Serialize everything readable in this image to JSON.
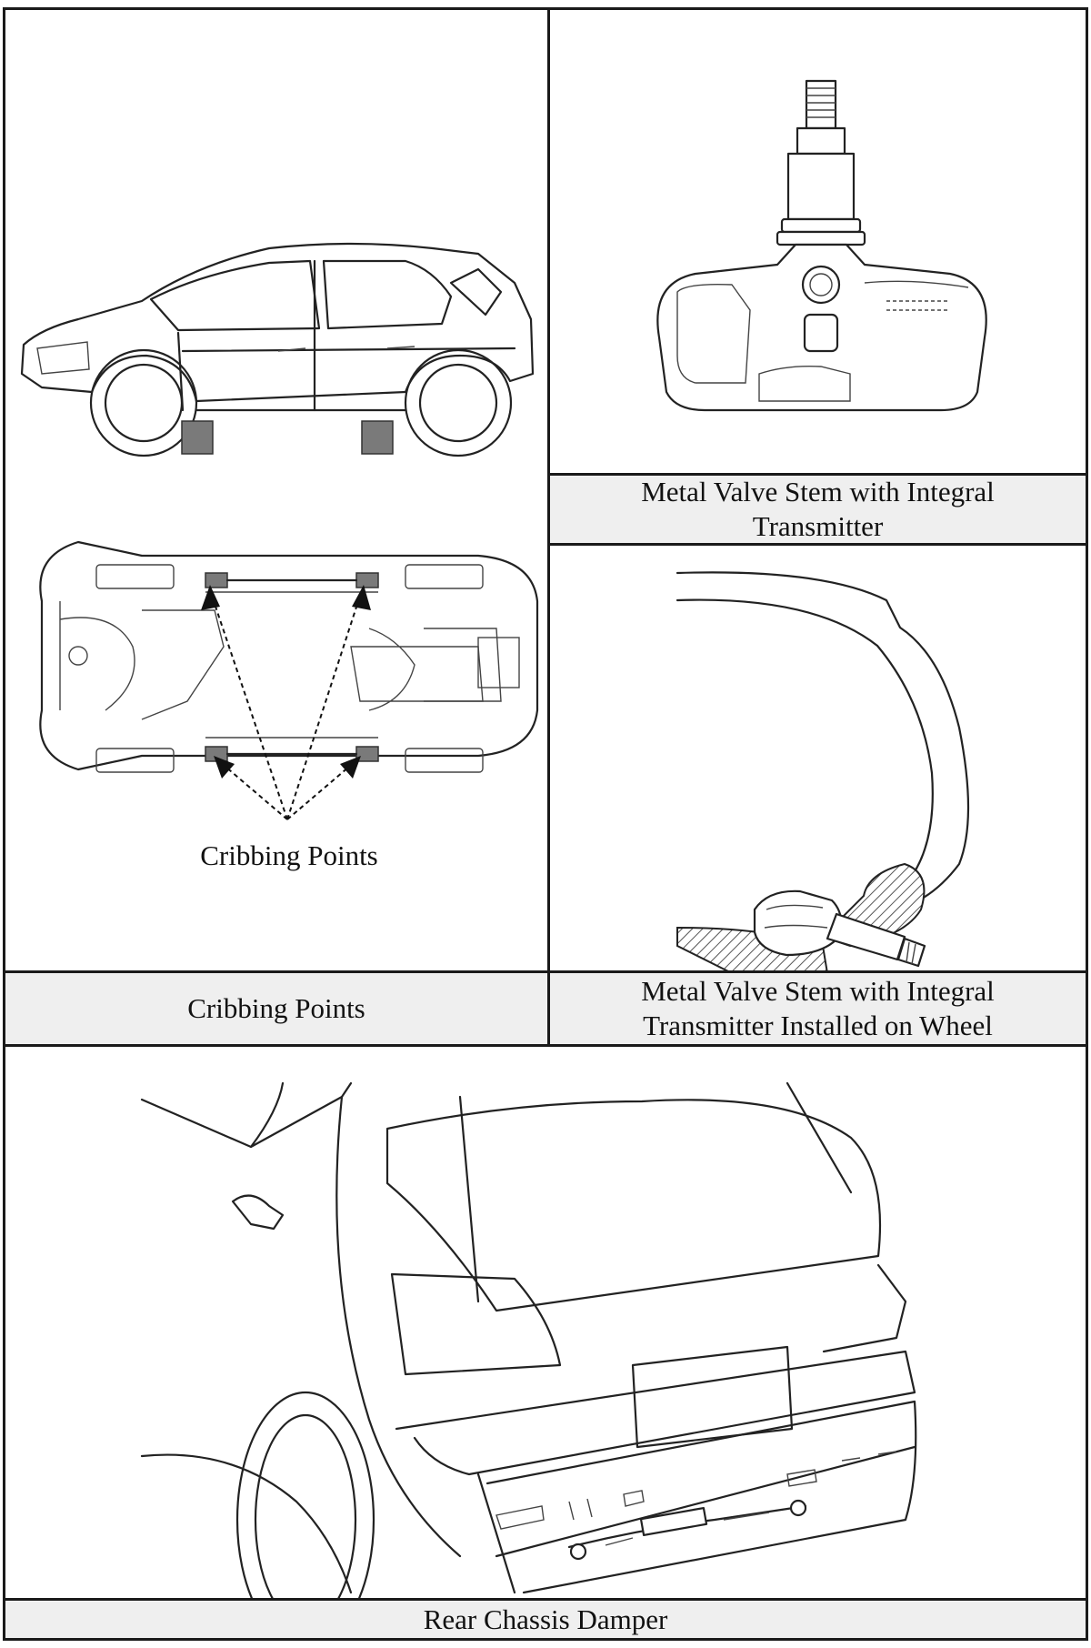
{
  "figures": [
    {
      "id": "cribbing",
      "caption": "Cribbing Points",
      "inline_label": "Cribbing Points"
    },
    {
      "id": "valve_stem",
      "caption_lines": [
        "Metal Valve Stem with Integral",
        "Transmitter"
      ]
    },
    {
      "id": "valve_installed",
      "caption_lines": [
        "Metal Valve Stem with Integral",
        "Transmitter Installed on Wheel"
      ]
    },
    {
      "id": "rear_damper",
      "caption": "Rear Chassis Damper"
    }
  ]
}
